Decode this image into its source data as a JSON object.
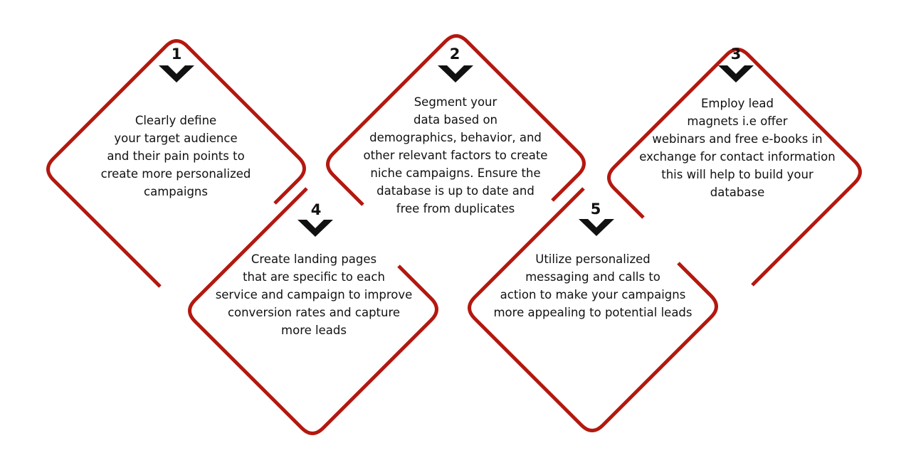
{
  "colors": {
    "outline": "#B3180F",
    "text": "#111111"
  },
  "steps": [
    {
      "number": "1",
      "text": "Clearly define\nyour target audience\nand their pain points to\ncreate more personalized\ncampaigns"
    },
    {
      "number": "2",
      "text": "Segment your\ndata based on\ndemographics, behavior, and\nother relevant factors to create\nniche campaigns. Ensure the\ndatabase is up to date and\nfree from duplicates"
    },
    {
      "number": "3",
      "text": "Employ lead\nmagnets i.e offer\nwebinars and free e-books in\nexchange for contact information\nthis will help to build your\ndatabase"
    },
    {
      "number": "4",
      "text": "Create landing pages\nthat are specific to each\nservice and campaign to improve\nconversion rates and capture\nmore leads"
    },
    {
      "number": "5",
      "text": "Utilize personalized\nmessaging and calls to\naction to make your campaigns\nmore appealing to potential leads"
    }
  ]
}
